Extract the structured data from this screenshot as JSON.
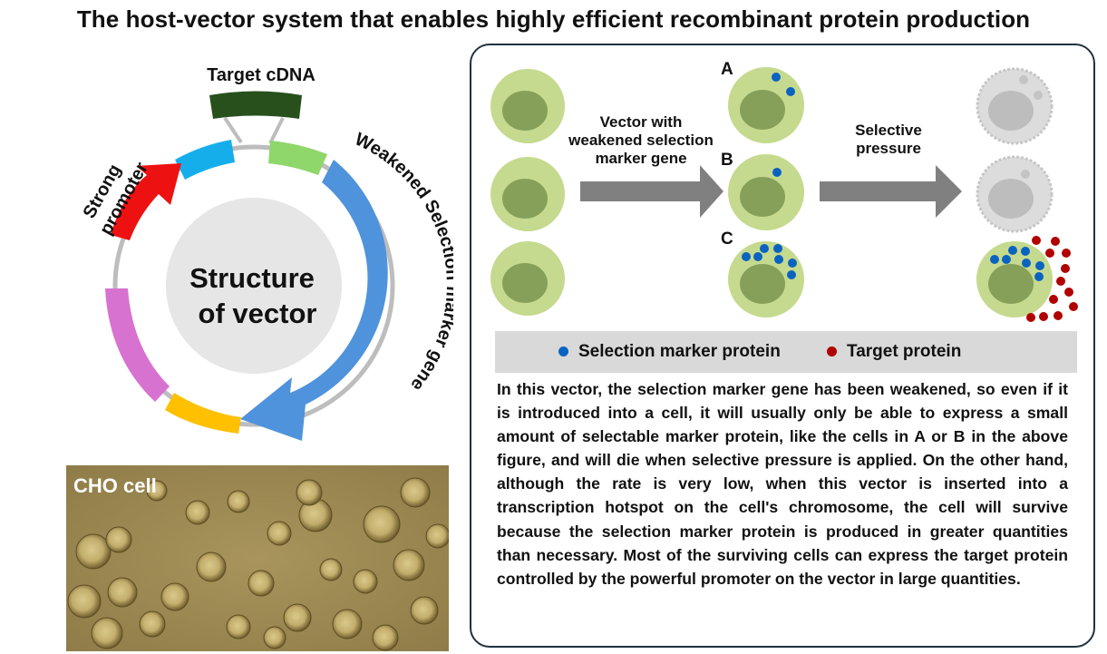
{
  "title": "The host-vector system that enables highly efficient recombinant protein production",
  "vector": {
    "center_line1": "Structure",
    "center_line2": "of vector",
    "target_label": "Target cDNA",
    "promoter_line1": "Strong",
    "promoter_line2": "promoter",
    "marker_label": "Weakened Selection marker gene"
  },
  "photo": {
    "label": "CHO cell"
  },
  "diagram": {
    "arrow1_line1": "Vector with",
    "arrow1_line2": "weakened selection",
    "arrow1_line3": "marker gene",
    "arrow2_line1": "Selective",
    "arrow2_line2": "pressure",
    "label_a": "A",
    "label_b": "B",
    "label_c": "C"
  },
  "legend": {
    "selection_marker": "Selection marker protein",
    "target_protein": "Target protein"
  },
  "description": "In this vector, the selection marker gene has been weakened, so even if it is introduced into a cell, it will usually only be able to express a small amount of selectable marker protein, like the cells in A or B in the above figure, and will die when selective pressure is applied. On the other hand, although the rate is very low, when this vector is inserted into a transcription hotspot on the cell's chromosome, the cell will survive because the selection marker protein is produced in greater quantities than necessary. Most of the surviving cells can express the target protein controlled by the powerful promoter on the vector in large quantities.",
  "colors": {
    "cell": "#c5da8e",
    "nucleus": "#86a05a",
    "dead_cell": "#dcdcdc",
    "marker_protein": "#0b63c1",
    "target_protein": "#b00000",
    "marker_gene": "#4f93dc",
    "promoter": "#ee1111",
    "target_cdna": "#27501c",
    "cyan_segment": "#16aeea",
    "green_segment": "#8fd66b",
    "magenta_segment": "#d872d0",
    "yellow_segment": "#ffc000"
  }
}
